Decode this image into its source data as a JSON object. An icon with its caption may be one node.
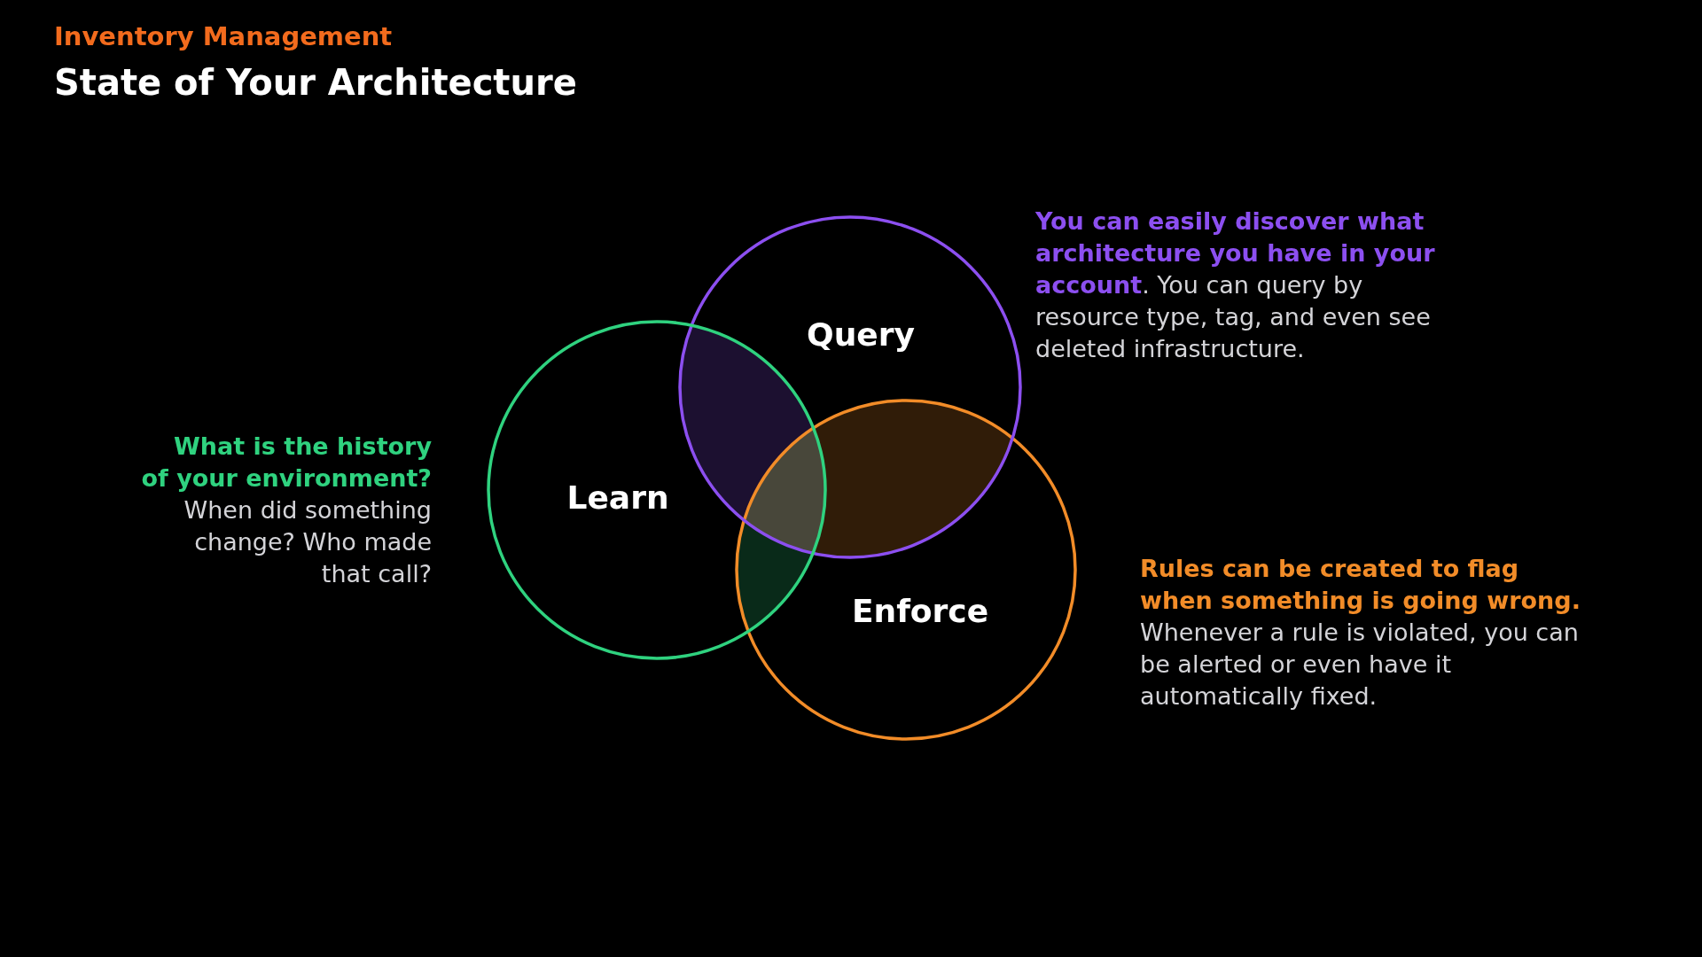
{
  "diagram": {
    "title": "Inventory Management",
    "caption": "State of Your Architecture",
    "nodes": [
      {
        "text": [
          "Learn"
        ],
        "beside": [
          "**What is the history of your environment?** When did something change? Who made that call?"
        ]
      },
      {
        "text": [
          "Query"
        ],
        "beside": [
          "**You can easily discover what architecture you have in your account**. You can query by resource type, tag, and even see deleted infrastructure."
        ]
      },
      {
        "text": [
          "Enforce"
        ],
        "beside": [
          "**Rules can be created to flag when something is going wrong.** Whenever a rule is violated, you can be alerted or even have it automatically fixed."
        ]
      }
    ],
    "edges": []
  }
}
